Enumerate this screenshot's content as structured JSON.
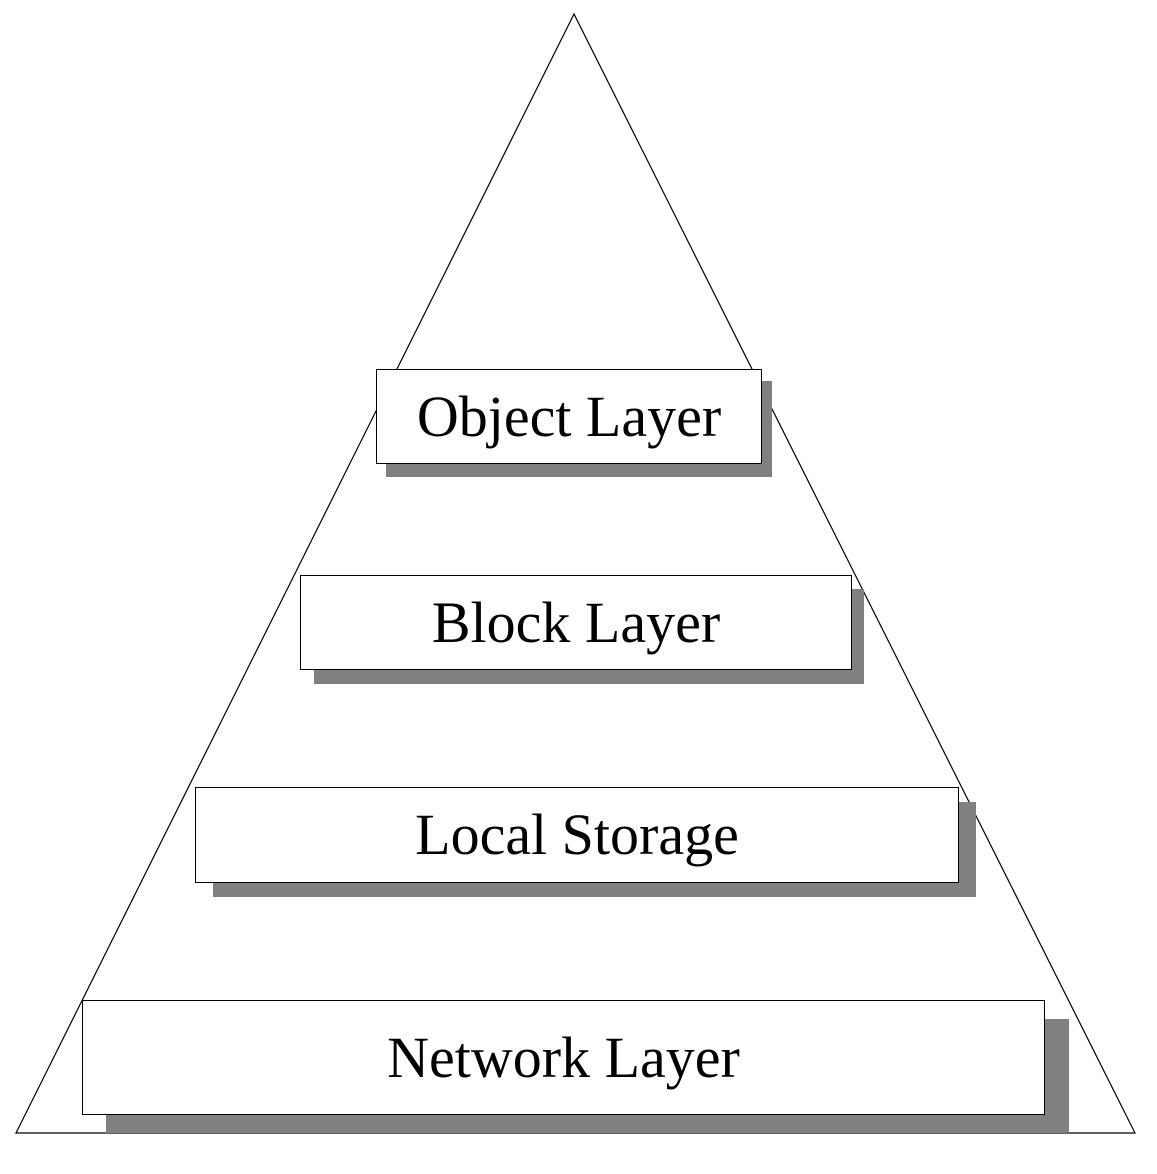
{
  "diagram": {
    "layers": [
      {
        "label": "Object Layer"
      },
      {
        "label": "Block Layer"
      },
      {
        "label": "Local Storage"
      },
      {
        "label": "Network Layer"
      }
    ],
    "colors": {
      "outline": "#000000",
      "shadow": "#808080",
      "box_fill": "#ffffff"
    }
  }
}
